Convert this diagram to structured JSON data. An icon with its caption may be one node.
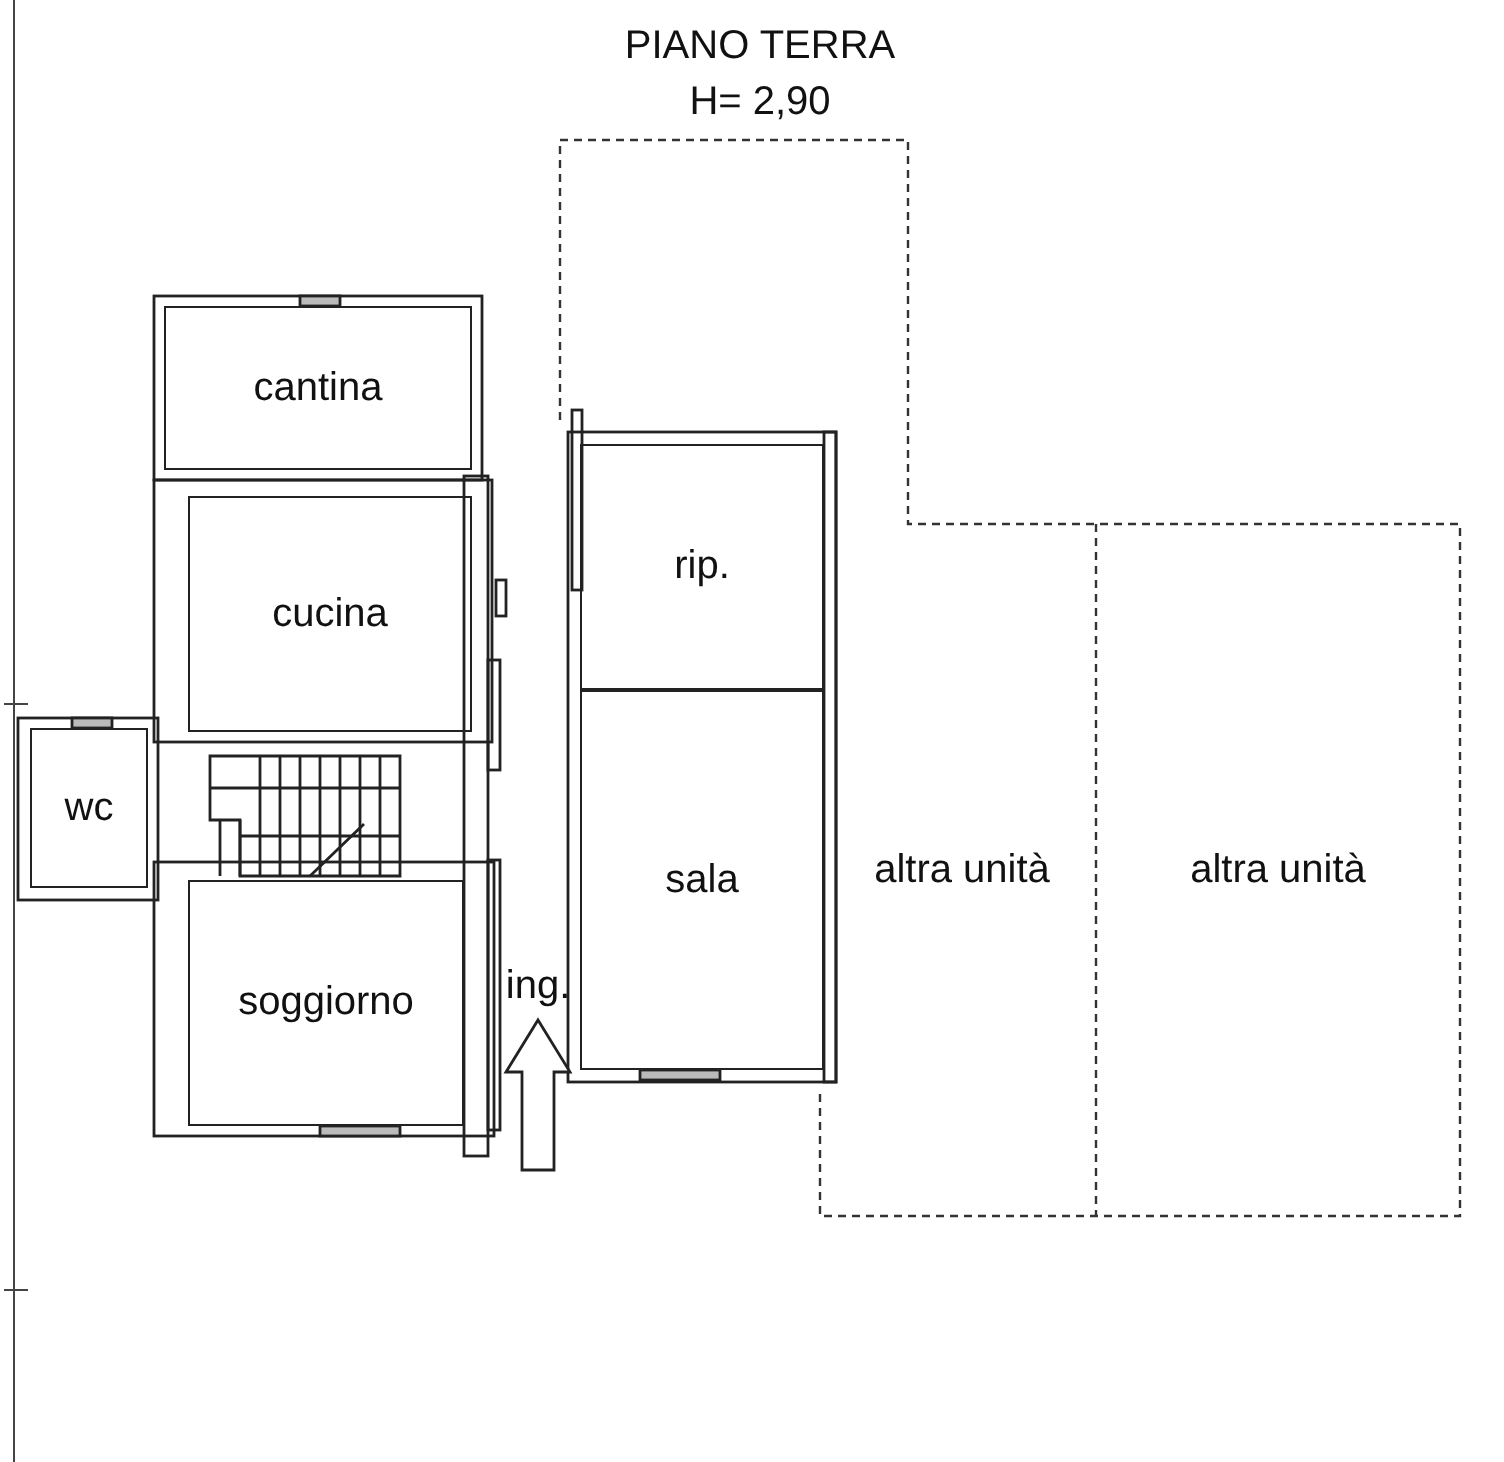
{
  "diagram": {
    "title": "PIANO TERRA",
    "nodes": [
      {
        "text": [
          "cantina"
        ]
      },
      {
        "text": [
          "cucina"
        ]
      },
      {
        "text": [
          "wc"
        ]
      },
      {
        "text": [
          "soggiorno"
        ]
      },
      {
        "text": [
          "ing."
        ]
      },
      {
        "text": [
          "rip."
        ]
      },
      {
        "text": [
          "sala"
        ]
      },
      {
        "text": [
          "altra unità"
        ]
      },
      {
        "text": [
          "altra unità"
        ]
      }
    ],
    "edges": [
      {
        "from": null,
        "to": 4,
        "arrow": "to"
      }
    ],
    "labels": [
      "H= 2,90"
    ]
  }
}
